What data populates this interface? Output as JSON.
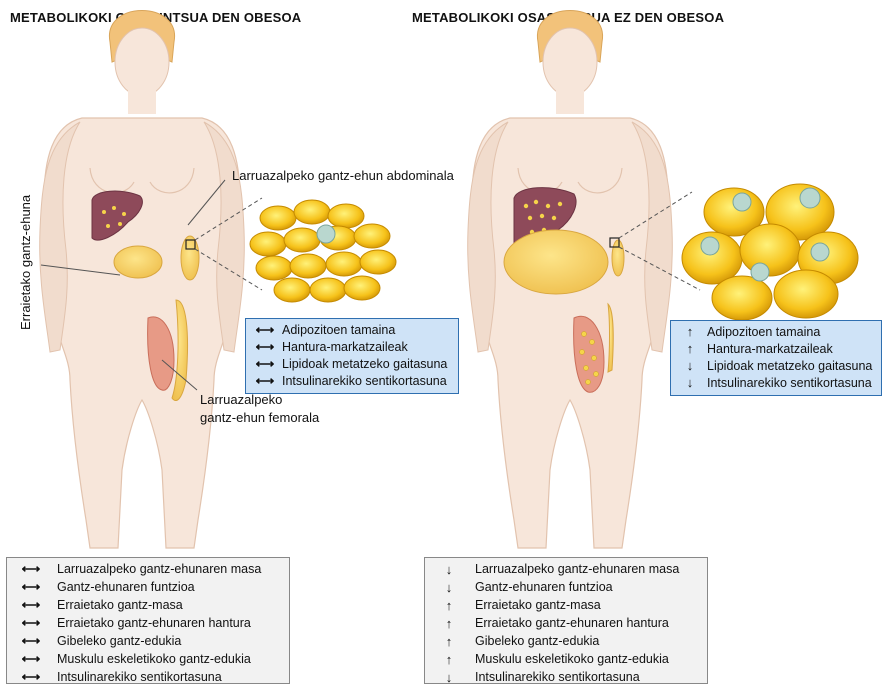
{
  "titles": {
    "left": "METABOLIKOKI OSASUNTSUA DEN OBESOA",
    "right": "METABOLIKOKI OSASUNTSUA EZ DEN OBESOA"
  },
  "labels": {
    "visceral": "Erraietako gantz-ehuna",
    "abdominal": "Larruazalpeko gantz-ehun abdominala",
    "femoral_line1": "Larruazalpeko",
    "femoral_line2": "gantz-ehun femorala"
  },
  "left_box": [
    {
      "icon": "left-right-arrow-icon",
      "symbol": "⟷",
      "text": "Adipozitoen tamaina"
    },
    {
      "icon": "left-right-arrow-icon",
      "symbol": "⟷",
      "text": "Hantura-markatzaileak"
    },
    {
      "icon": "left-right-arrow-icon",
      "symbol": "⟷",
      "text": "Lipidoak metatzeko gaitasuna"
    },
    {
      "icon": "left-right-arrow-icon",
      "symbol": "⟷",
      "text": "Intsulinarekiko sentikortasuna"
    }
  ],
  "right_box": [
    {
      "icon": "up-arrow-icon",
      "symbol": "↑",
      "text": "Adipozitoen tamaina"
    },
    {
      "icon": "up-arrow-icon",
      "symbol": "↑",
      "text": "Hantura-markatzaileak"
    },
    {
      "icon": "down-arrow-icon",
      "symbol": "↓",
      "text": "Lipidoak metatzeko gaitasuna"
    },
    {
      "icon": "down-arrow-icon",
      "symbol": "↓",
      "text": "Intsulinarekiko sentikortasuna"
    }
  ],
  "left_bottom": [
    {
      "icon": "left-right-arrow-icon",
      "symbol": "⟷",
      "text": "Larruazalpeko gantz-ehunaren masa"
    },
    {
      "icon": "left-right-arrow-icon",
      "symbol": "⟷",
      "text": "Gantz-ehunaren funtzioa"
    },
    {
      "icon": "left-right-arrow-icon",
      "symbol": "⟷",
      "text": "Erraietako gantz-masa"
    },
    {
      "icon": "left-right-arrow-icon",
      "symbol": "⟷",
      "text": "Erraietako gantz-ehunaren hantura"
    },
    {
      "icon": "left-right-arrow-icon",
      "symbol": "⟷",
      "text": "Gibeleko gantz-edukia"
    },
    {
      "icon": "left-right-arrow-icon",
      "symbol": "⟷",
      "text": "Muskulu eskeletikoko gantz-edukia"
    },
    {
      "icon": "left-right-arrow-icon",
      "symbol": "⟷",
      "text": "Intsulinarekiko sentikortasuna"
    }
  ],
  "right_bottom": [
    {
      "icon": "down-arrow-icon",
      "symbol": "↓",
      "text": "Larruazalpeko gantz-ehunaren masa"
    },
    {
      "icon": "down-arrow-icon",
      "symbol": "↓",
      "text": "Gantz-ehunaren funtzioa"
    },
    {
      "icon": "up-arrow-icon",
      "symbol": "↑",
      "text": "Erraietako gantz-masa"
    },
    {
      "icon": "up-arrow-icon",
      "symbol": "↑",
      "text": "Erraietako gantz-ehunaren hantura"
    },
    {
      "icon": "up-arrow-icon",
      "symbol": "↑",
      "text": "Gibeleko gantz-edukia"
    },
    {
      "icon": "up-arrow-icon",
      "symbol": "↑",
      "text": "Muskulu eskeletikoko gantz-edukia"
    },
    {
      "icon": "down-arrow-icon",
      "symbol": "↓",
      "text": "Intsulinarekiko sentikortasuna"
    }
  ],
  "colors": {
    "skin": "#f7e6da",
    "skin_outline": "#e2c3ae",
    "hair": "#f2c27a",
    "liver": "#8e4a5a",
    "fat": "#f6c744",
    "muscle": "#e79a86",
    "box_fill": "#cfe3f7",
    "box_border": "#2f6fb0"
  }
}
